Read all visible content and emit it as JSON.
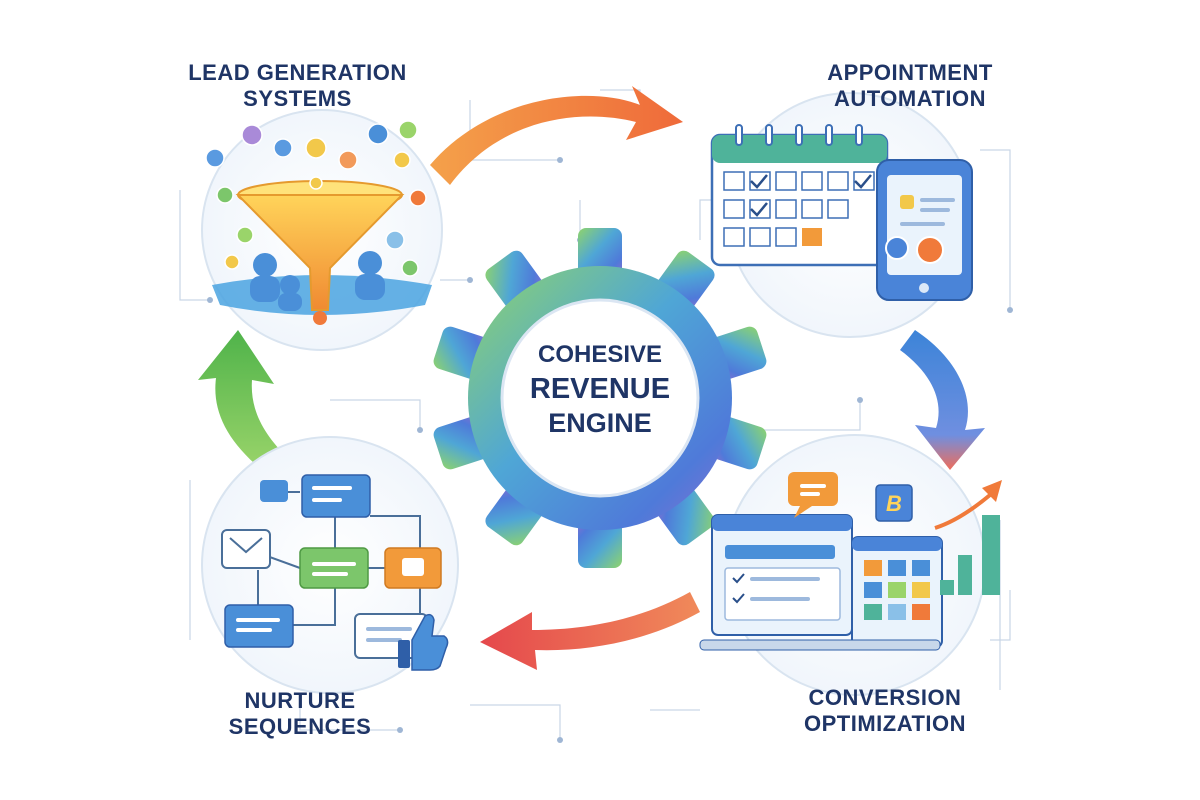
{
  "center": {
    "line1": "COHESIVE",
    "line2": "REVENUE",
    "line3": "ENGINE"
  },
  "stages": [
    {
      "id": "lead-generation",
      "line1": "LEAD GENERATION",
      "line2": "SYSTEMS"
    },
    {
      "id": "appointment-automation",
      "line1": "APPOINTMENT",
      "line2": "AUTOMATION"
    },
    {
      "id": "conversion-optimization",
      "line1": "CONVERSION",
      "line2": "OPTIMIZATION"
    },
    {
      "id": "nurture-sequences",
      "line1": "NURTURE",
      "line2": "SEQUENCES"
    }
  ],
  "ab_badge": "B",
  "colors": {
    "title_navy": "#1f3566",
    "arrow_orange": "#f07a3a",
    "arrow_blue": "#3f83d6",
    "arrow_red": "#e8574a",
    "arrow_green": "#6cbf4a",
    "gear_green": "#7cc66b",
    "gear_blue": "#4f86d9",
    "gear_purple": "#8a7fd0"
  }
}
